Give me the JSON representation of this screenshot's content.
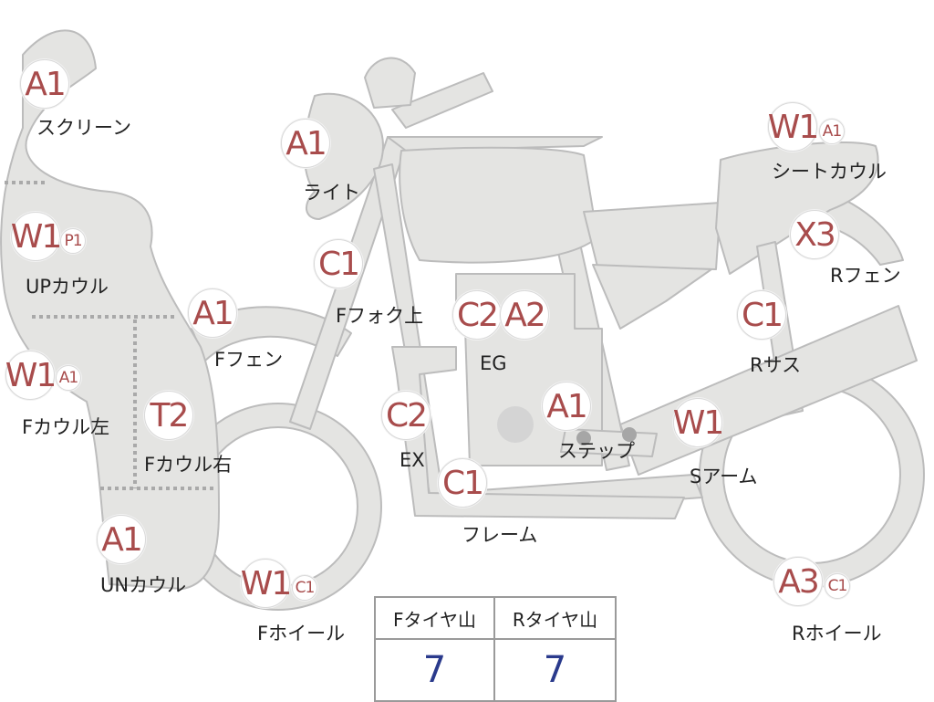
{
  "colors": {
    "body_fill": "#e4e4e2",
    "outline": "#bcbcbc",
    "grade_text": "#a84c4c",
    "value_text": "#2a3a8c"
  },
  "parts": [
    {
      "key": "screen",
      "label": "スクリーン",
      "grades": [
        "A1"
      ]
    },
    {
      "key": "light",
      "label": "ライト",
      "grades": [
        "A1"
      ]
    },
    {
      "key": "up_cowl",
      "label": "UPカウル",
      "grades": [
        "W1",
        "P1"
      ]
    },
    {
      "key": "f_fork_upper",
      "label": "Fフォク上",
      "grades": [
        "C1"
      ]
    },
    {
      "key": "f_fender",
      "label": "Fフェン",
      "grades": [
        "A1"
      ]
    },
    {
      "key": "f_cowl_left",
      "label": "Fカウル左",
      "grades": [
        "W1",
        "A1"
      ]
    },
    {
      "key": "f_cowl_right",
      "label": "Fカウル右",
      "grades": [
        "T2"
      ]
    },
    {
      "key": "un_cowl",
      "label": "UNカウル",
      "grades": [
        "A1"
      ]
    },
    {
      "key": "f_wheel",
      "label": "Fホイール",
      "grades": [
        "W1",
        "C1"
      ]
    },
    {
      "key": "engine",
      "label": "EG",
      "grades": [
        "C2",
        "A2"
      ]
    },
    {
      "key": "exhaust",
      "label": "EX",
      "grades": [
        "C2"
      ]
    },
    {
      "key": "frame",
      "label": "フレーム",
      "grades": [
        "C1"
      ]
    },
    {
      "key": "step",
      "label": "ステップ",
      "grades": [
        "A1"
      ]
    },
    {
      "key": "seat_cowl",
      "label": "シートカウル",
      "grades": [
        "W1",
        "A1"
      ]
    },
    {
      "key": "r_fender",
      "label": "Rフェン",
      "grades": [
        "X3"
      ]
    },
    {
      "key": "r_sus",
      "label": "Rサス",
      "grades": [
        "C1"
      ]
    },
    {
      "key": "s_arm",
      "label": "Sアーム",
      "grades": [
        "W1"
      ]
    },
    {
      "key": "r_wheel",
      "label": "Rホイール",
      "grades": [
        "A3",
        "C1"
      ]
    }
  ],
  "tire_tread": {
    "front_label": "Fタイヤ山",
    "rear_label": "Rタイヤ山",
    "front_value": "7",
    "rear_value": "7"
  }
}
